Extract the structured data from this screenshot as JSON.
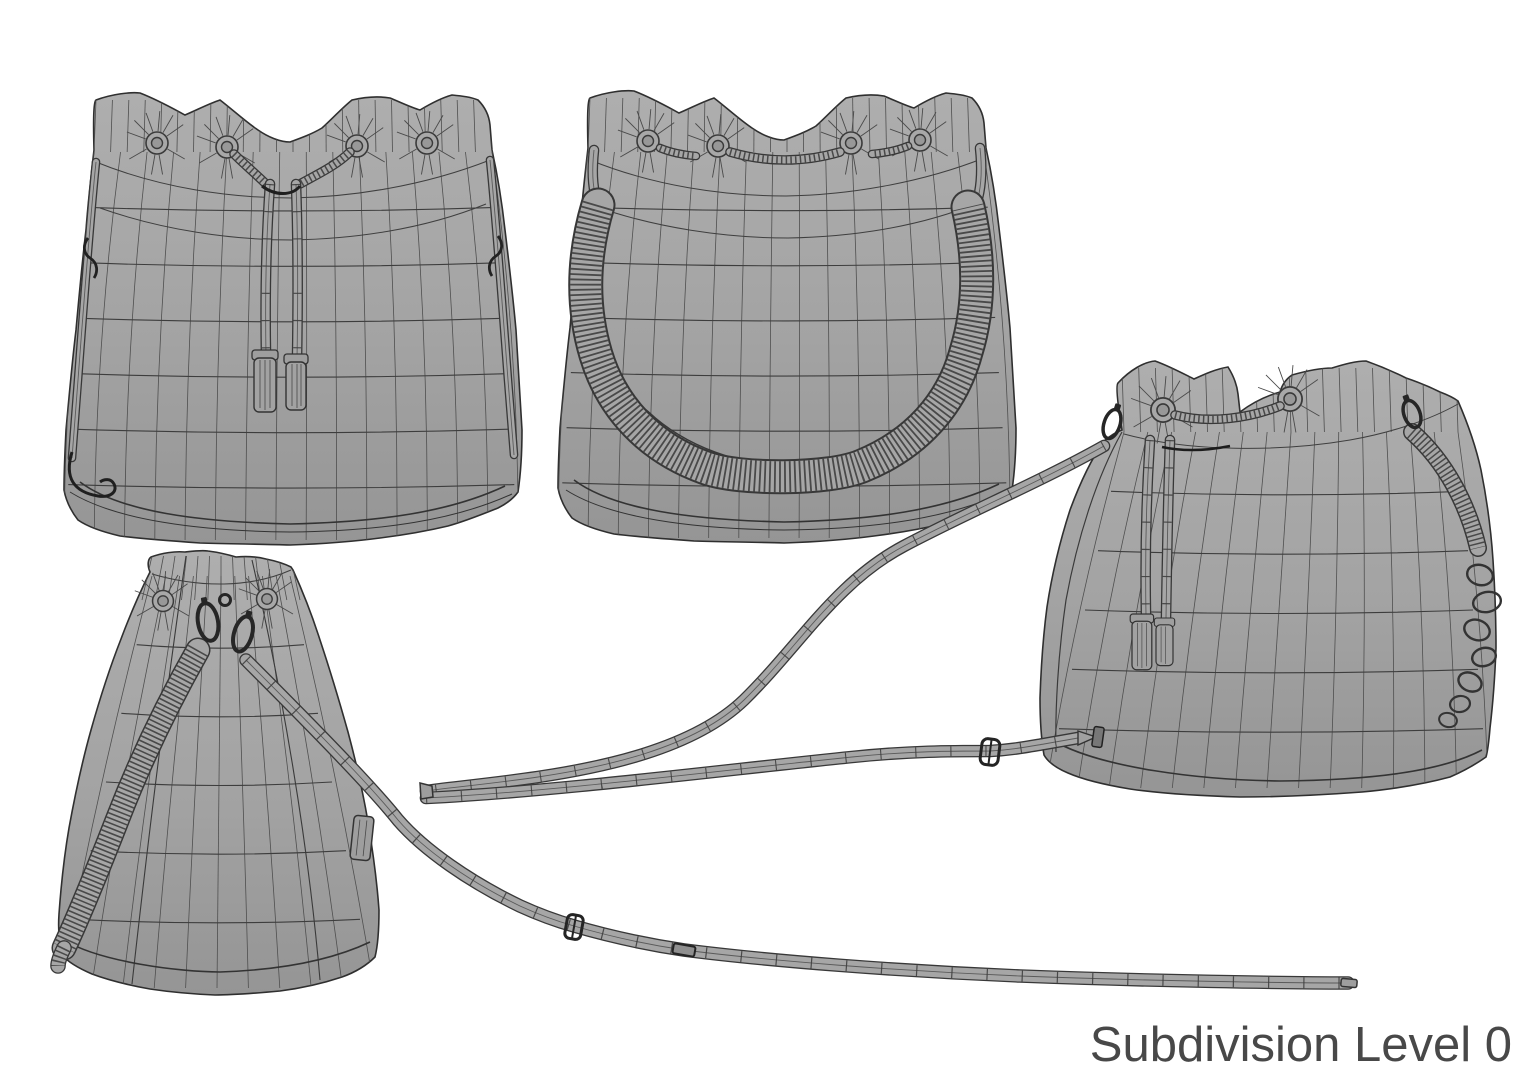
{
  "caption": {
    "text": "Subdivision Level 0"
  },
  "palette": {
    "background": "#ffffff",
    "surface": "#a3a3a3",
    "wireframe": "#4a4a4a",
    "outline": "#2e2e2e",
    "caption_text": "#484848"
  },
  "render": {
    "subject": "bucket-bag-wireframe-3d-model",
    "views": [
      {
        "name": "front-view"
      },
      {
        "name": "back-view-with-chain-handle"
      },
      {
        "name": "three-quarter-view-with-crossbody-strap"
      },
      {
        "name": "side-profile-view-with-chain-and-strap"
      }
    ]
  }
}
